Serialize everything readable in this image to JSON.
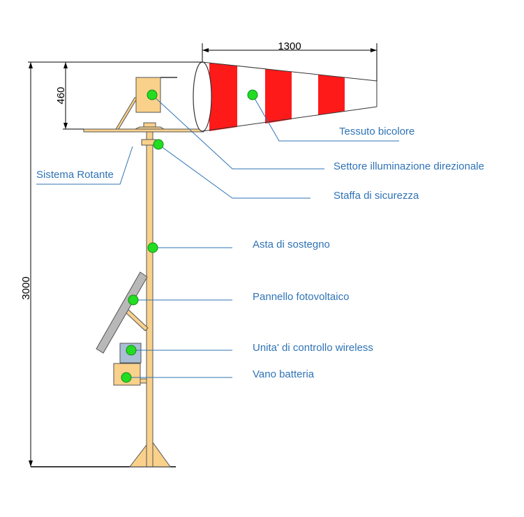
{
  "dimensions": {
    "width": "1300",
    "height_sock": "460",
    "height_total": "3000"
  },
  "labels": {
    "tessuto": "Tessuto bicolore",
    "settore": "Settore illuminazione direzionale",
    "staffa": "Staffa di sicurezza",
    "sistema": "Sistema Rotante",
    "asta": "Asta di sostegno",
    "pannello": "Pannello fotovoltaico",
    "unita": "Unita' di controllo wireless",
    "vano": "Vano batteria"
  },
  "colors": {
    "label_text": "#2f73b5",
    "leader_line": "#2f73b5",
    "marker": "#22dd22",
    "pole": "#f9d18b",
    "stripe_red": "#ff1a1a",
    "panel": "#b8b8b8",
    "control_unit": "#a9bfd6"
  }
}
